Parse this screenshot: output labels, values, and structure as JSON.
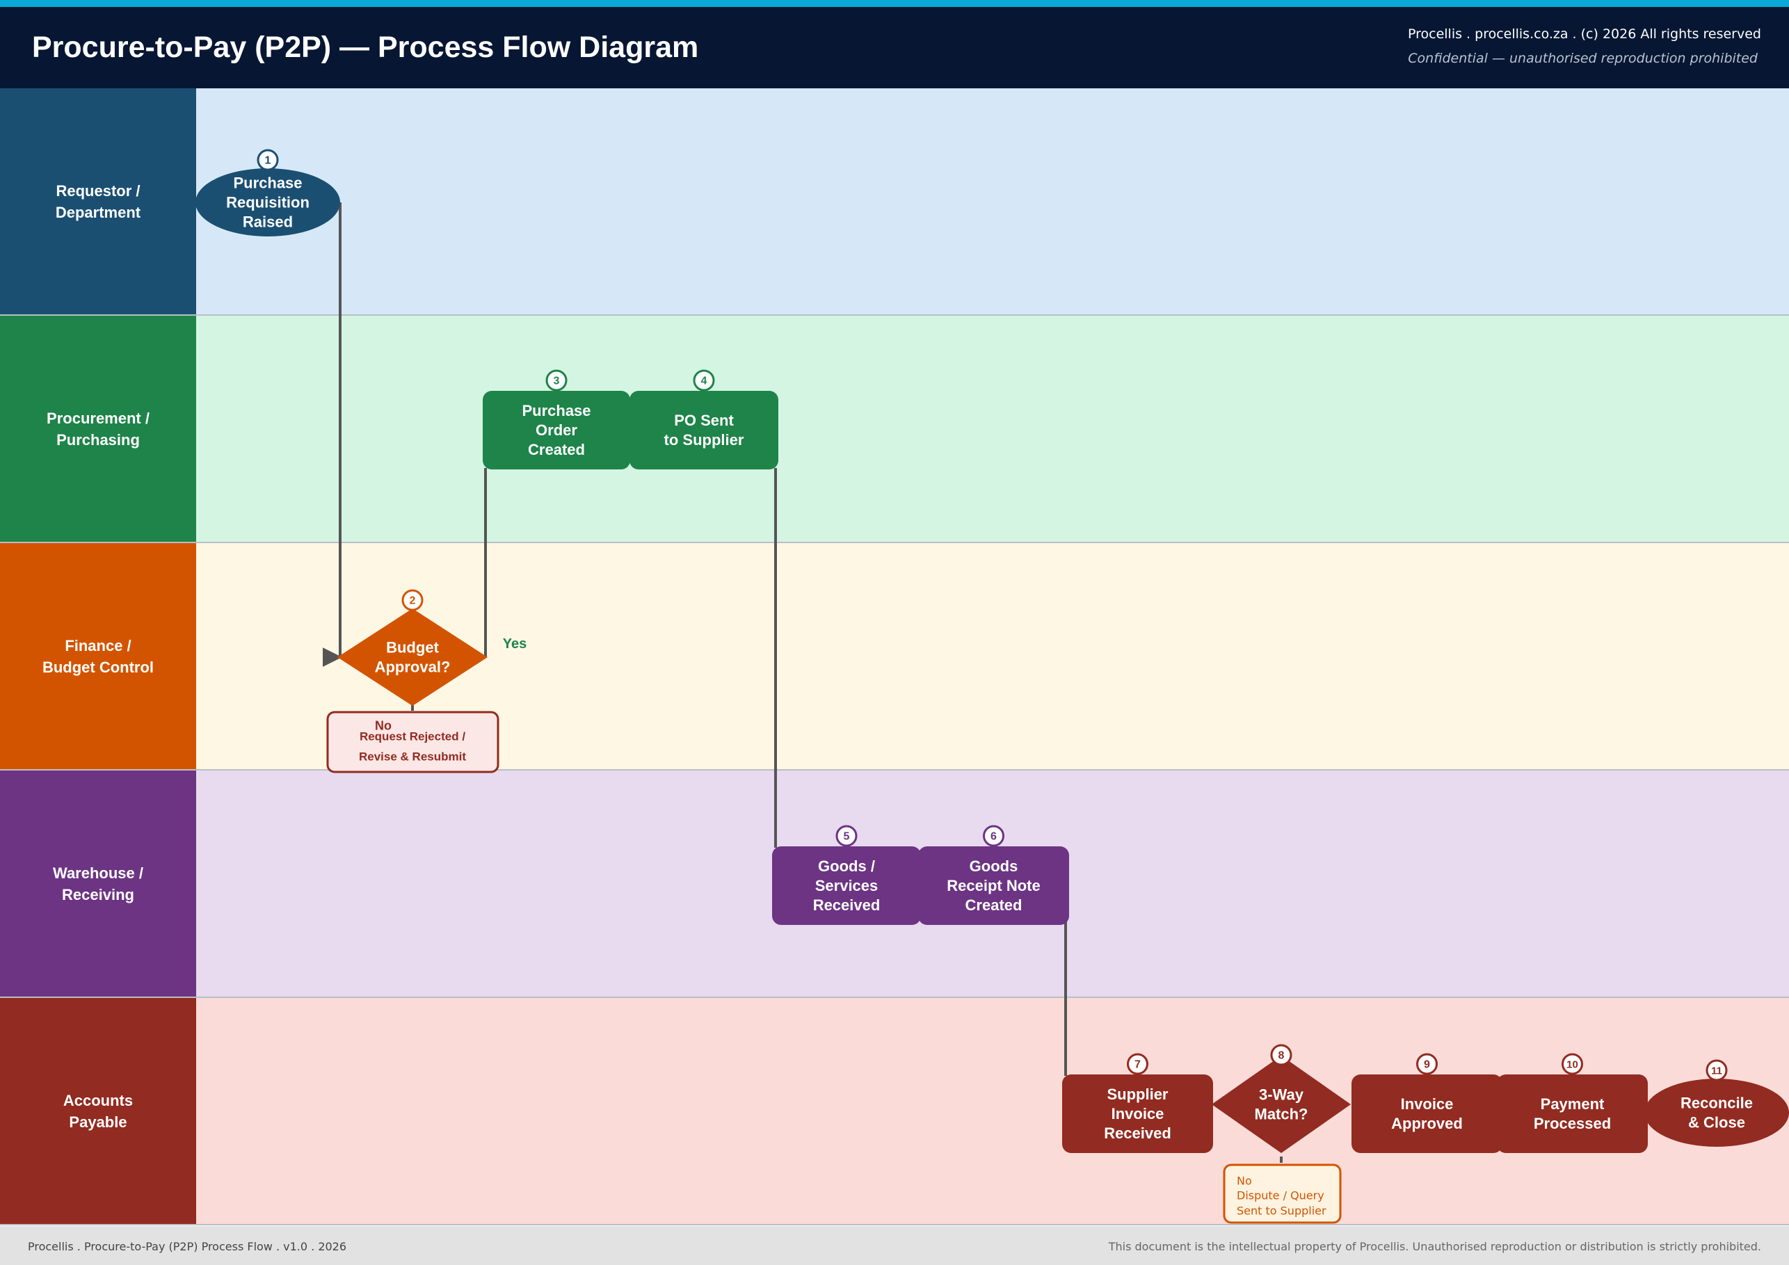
{
  "header": {
    "title": "Procure-to-Pay (P2P) — Process Flow Diagram",
    "copyright": "Procellis . procellis.co.za . (c) 2026 All rights reserved",
    "confidential": "Confidential — unauthorised reproduction prohibited"
  },
  "lanes": [
    {
      "label": "Requestor /\nDepartment",
      "color": "#1b4f72",
      "bg": "#d6e8f7"
    },
    {
      "label": "Procurement /\nPurchasing",
      "color": "#1e8449",
      "bg": "#d5f5e3"
    },
    {
      "label": "Finance /\nBudget Control",
      "color": "#d35400",
      "bg": "#fef7e4"
    },
    {
      "label": "Warehouse /\nReceiving",
      "color": "#6c3483",
      "bg": "#e8daef"
    },
    {
      "label": "Accounts\nPayable",
      "color": "#922b21",
      "bg": "#fadbd8"
    }
  ],
  "steps": [
    {
      "num": "1",
      "label": "Purchase\nRequisition\nRaised",
      "color": "#1b4f72"
    },
    {
      "num": "2",
      "label": "Budget\nApproval?",
      "color": "#d35400"
    },
    {
      "num": "3",
      "label": "Purchase\nOrder\nCreated",
      "color": "#1e8449"
    },
    {
      "num": "4",
      "label": "PO Sent\nto Supplier",
      "color": "#1e8449"
    },
    {
      "num": "5",
      "label": "Goods /\nServices\nReceived",
      "color": "#6c3483"
    },
    {
      "num": "6",
      "label": "Goods\nReceipt Note\nCreated",
      "color": "#6c3483"
    },
    {
      "num": "7",
      "label": "Supplier\nInvoice\nReceived",
      "color": "#922b21"
    },
    {
      "num": "8",
      "label": "3-Way\nMatch?",
      "color": "#922b21"
    },
    {
      "num": "9",
      "label": "Invoice\nApproved",
      "color": "#922b21"
    },
    {
      "num": "10",
      "label": "Payment\nProcessed",
      "color": "#922b21"
    },
    {
      "num": "11",
      "label": "Reconcile\n& Close",
      "color": "#922b21"
    }
  ],
  "branches": {
    "budget_yes": "Yes",
    "budget_no": "No",
    "rejected": "Request Rejected /\nRevise & Resubmit",
    "match_no": "No",
    "dispute": "Dispute / Query\nSent to Supplier"
  },
  "footer": {
    "left": "Procellis . Procure-to-Pay (P2P) Process Flow . v1.0 . 2026",
    "right": "This document is the intellectual property of Procellis. Unauthorised reproduction or distribution is strictly prohibited."
  }
}
